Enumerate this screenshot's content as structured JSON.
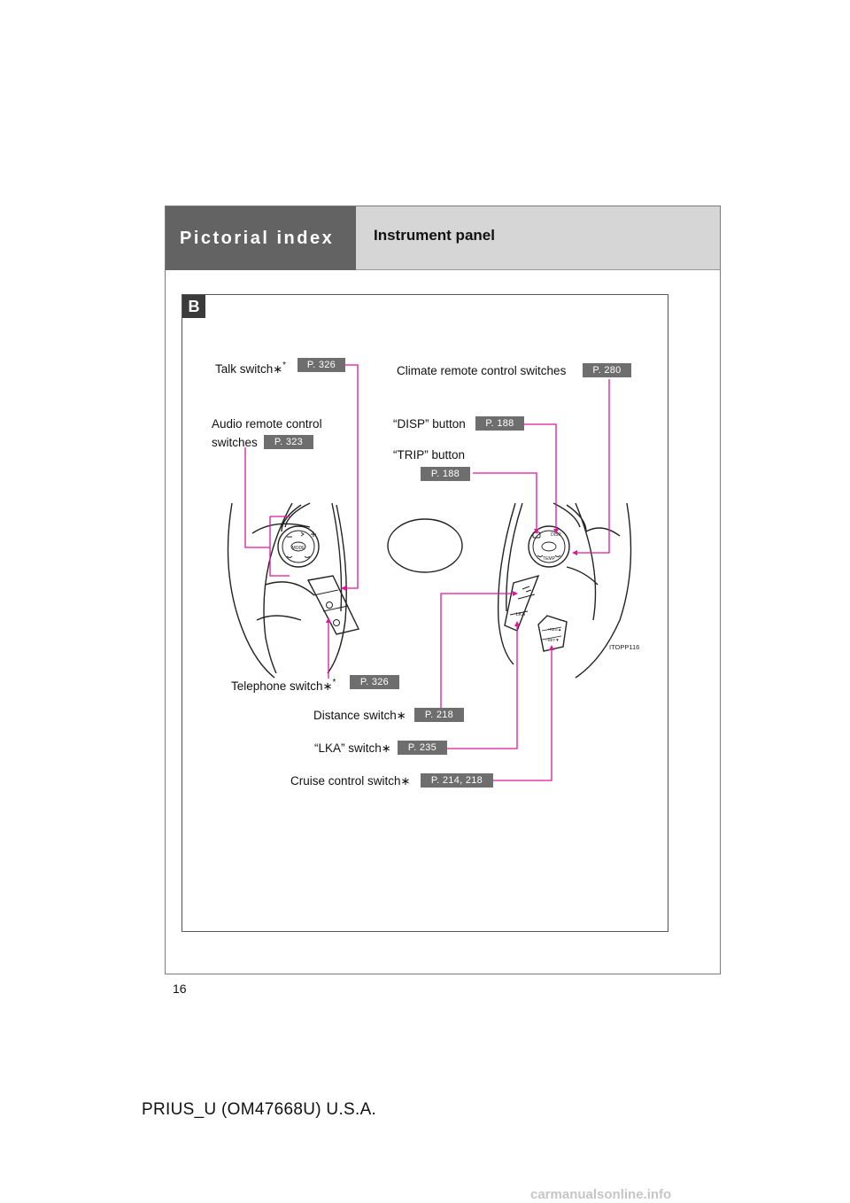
{
  "header": {
    "section_tab": "Pictorial index",
    "title": "Instrument panel"
  },
  "panel_badge": "B",
  "callouts": {
    "talk": {
      "label": "Talk switch",
      "mark": "∗",
      "sup": "*",
      "ref": "P. 326"
    },
    "climate": {
      "label": "Climate remote control switches",
      "ref": "P. 280"
    },
    "audio": {
      "label_line1": "Audio remote control",
      "label_line2": "switches",
      "ref": "P. 323"
    },
    "disp": {
      "label": "“DISP” button",
      "ref": "P. 188"
    },
    "trip": {
      "label": "“TRIP” button",
      "ref": "P. 188"
    },
    "telephone": {
      "label": "Telephone switch",
      "mark": "∗",
      "sup": "*",
      "ref": "P. 326"
    },
    "distance": {
      "label": "Distance switch",
      "mark": "∗",
      "ref": "P. 218"
    },
    "lka": {
      "label": "“LKA” switch",
      "mark": "∗",
      "ref": "P. 235"
    },
    "cruise": {
      "label": "Cruise control switch",
      "mark": "∗",
      "ref": "P. 214, 218"
    }
  },
  "illustration": {
    "code": "ITOPP116",
    "btn_mode": "MODE",
    "btn_disp": "DISP",
    "btn_temp": "TEMP",
    "btn_lka": "LKA",
    "cruise_res": "+RES▲",
    "cruise_set": "–SET▼"
  },
  "colors": {
    "leader": "#e0169b",
    "ref_bg": "#6e6e6e",
    "tab_dark": "#636363",
    "tab_light": "#d6d6d6"
  },
  "page_number": "16",
  "footer": "PRIUS_U (OM47668U) U.S.A.",
  "watermark": "carmanualsonline.info"
}
